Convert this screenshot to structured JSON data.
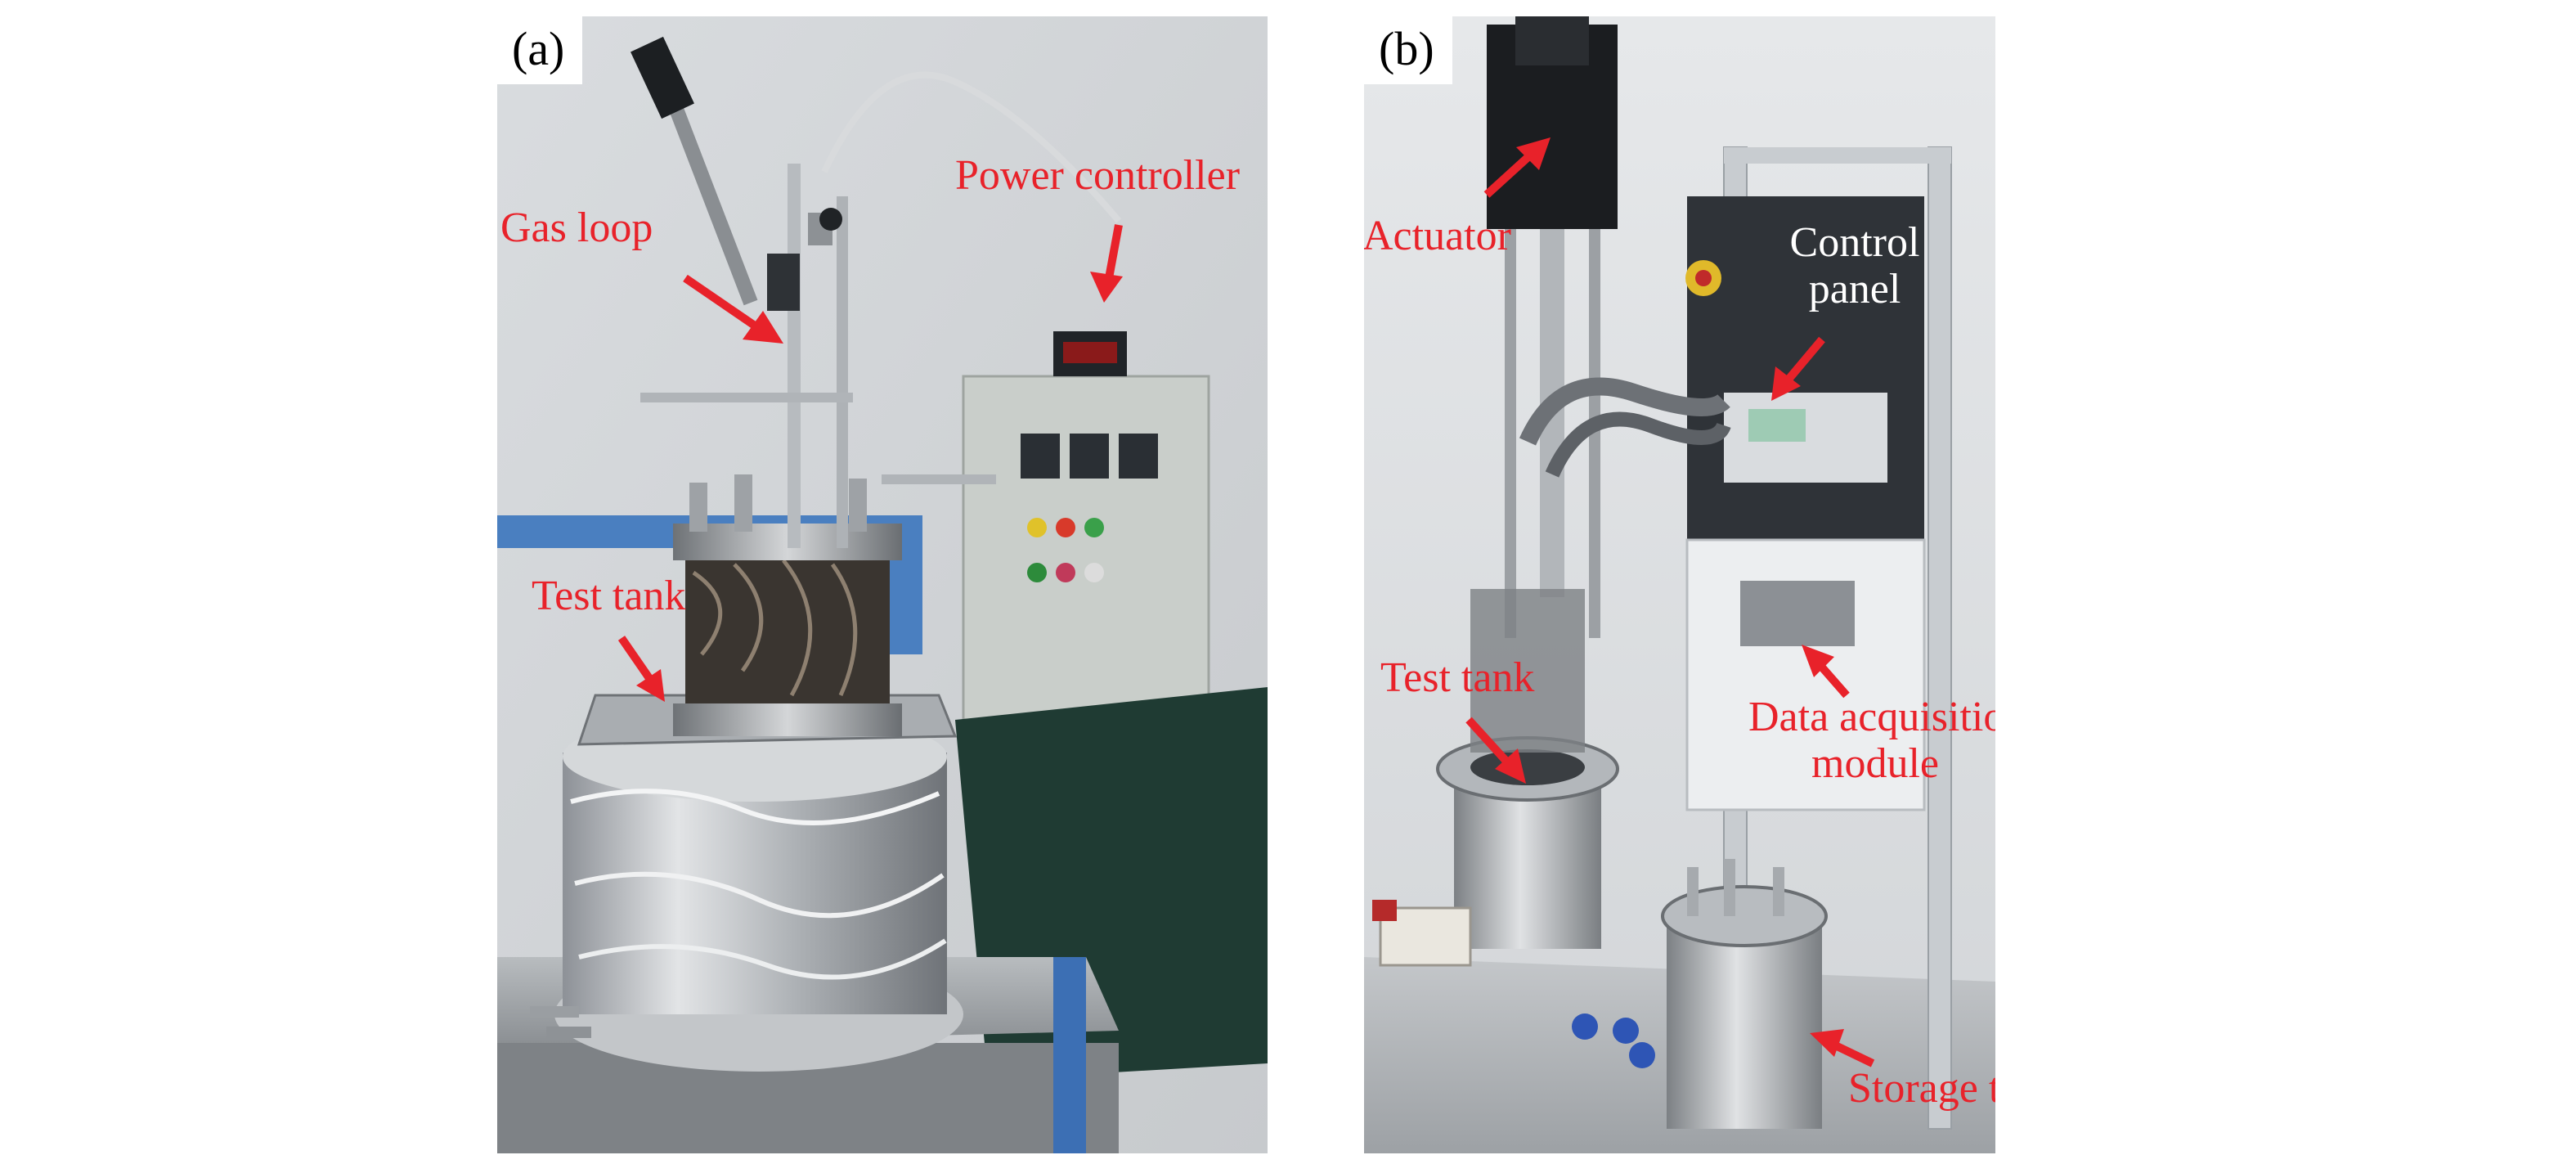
{
  "panels": {
    "a": {
      "tag": "(a)",
      "labels": {
        "gas_loop": "Gas loop",
        "power_controller": "Power controller",
        "test_tank": "Test tank"
      }
    },
    "b": {
      "tag": "(b)",
      "labels": {
        "actuator": "Actuator",
        "control_panel_line1": "Control",
        "control_panel_line2": "panel",
        "test_tank": "Test tank",
        "daq_line1": "Data acquisition",
        "daq_line2": "module",
        "storage_tank": "Storage tank"
      }
    }
  },
  "colors": {
    "label": "#e8222a",
    "label_white": "#ffffff",
    "arrow": "#e8222a"
  }
}
